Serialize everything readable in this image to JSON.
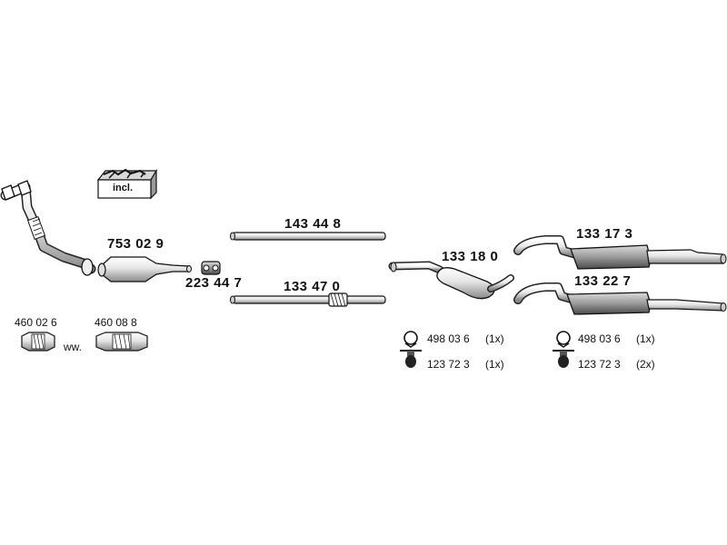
{
  "kit_box": {
    "label": "incl."
  },
  "parts": {
    "front_pipe_cat": "753 02 9",
    "flange": "223 44 7",
    "pipe_upper": "143 44 8",
    "pipe_lower": "133 47 0",
    "middle_silencer": "133 18 0",
    "rear_silencer_upper": "133 17 3",
    "rear_silencer_lower": "133 22 7",
    "gasket_a": "460 02 6",
    "gasket_b": "460 08 8"
  },
  "ww_label": "ww.",
  "accessories": {
    "left": [
      {
        "part": "498 03 6",
        "qty": "(1x)",
        "icon": "clamp-icon"
      },
      {
        "part": "123 72 3",
        "qty": "(1x)",
        "icon": "rubber-mount-icon"
      }
    ],
    "right": [
      {
        "part": "498 03 6",
        "qty": "(1x)",
        "icon": "clamp-icon"
      },
      {
        "part": "123 72 3",
        "qty": "(2x)",
        "icon": "rubber-mount-icon"
      }
    ]
  }
}
